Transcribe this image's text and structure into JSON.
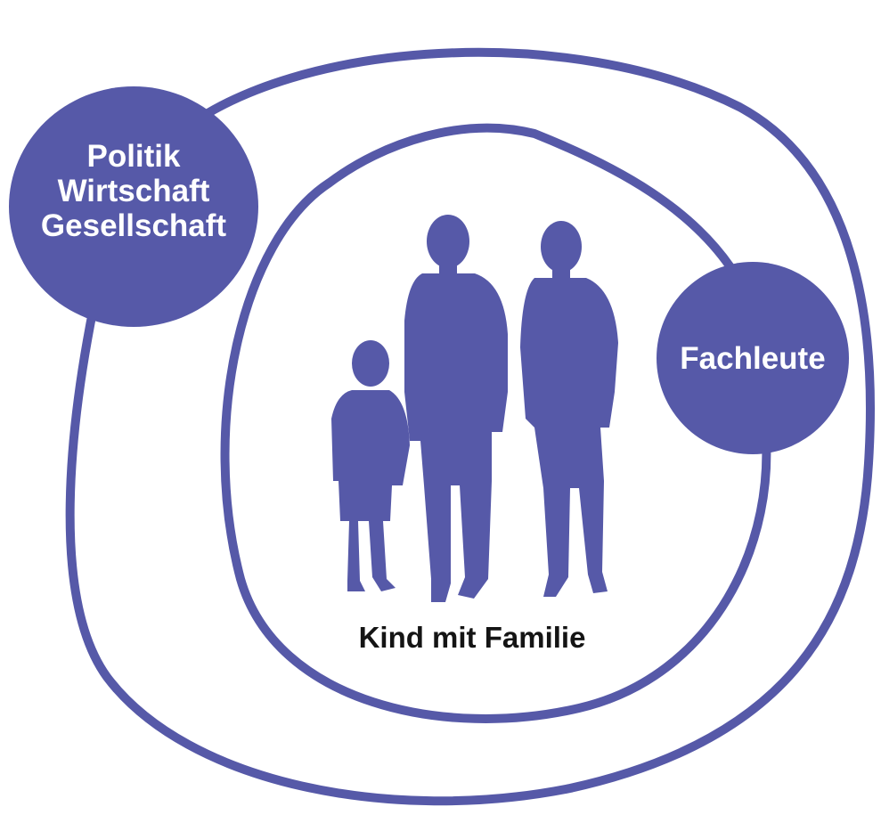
{
  "colors": {
    "ink": "#5659a8",
    "background": "#ffffff",
    "node_text": "#ffffff",
    "center_text": "#141414"
  },
  "nodes": {
    "society": {
      "lines": [
        "Politik",
        "Wirtschaft",
        "Gesellschaft"
      ]
    },
    "experts": {
      "label": "Fachleute"
    }
  },
  "center": {
    "label": "Kind mit Familie",
    "figures": [
      "child-silhouette-icon",
      "adult-silhouette-icon",
      "adult-silhouette-icon"
    ]
  }
}
